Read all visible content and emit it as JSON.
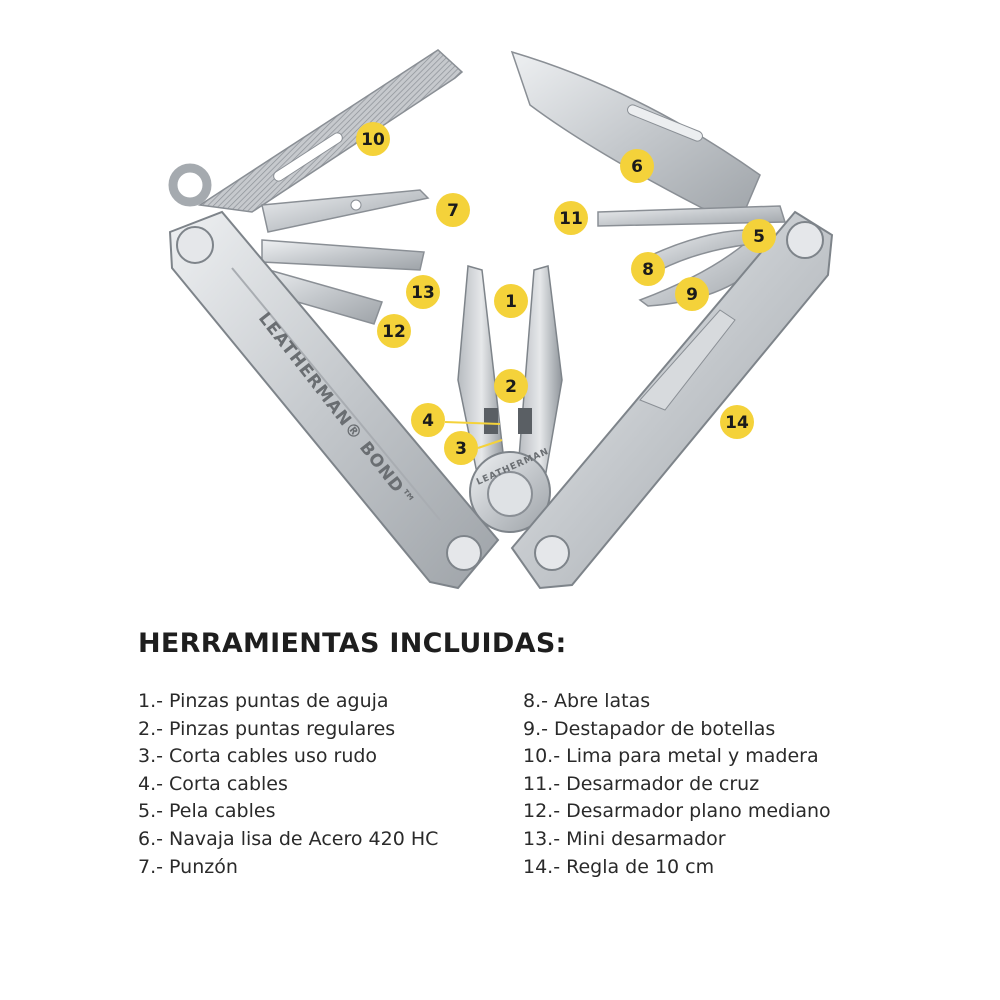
{
  "product": {
    "brand_on_handle": "LEATHERMAN® BOND™",
    "brand_on_pivot": "LEATHERMAN"
  },
  "callouts": [
    "1",
    "2",
    "3",
    "4",
    "5",
    "6",
    "7",
    "8",
    "9",
    "10",
    "11",
    "12",
    "13",
    "14"
  ],
  "colors": {
    "badge": "#f4d23a",
    "steel": "#c9ccd0",
    "text": "#1e1e1e"
  },
  "list": {
    "heading": "HERRAMIENTAS INCLUIDAS:",
    "left": [
      "1.- Pinzas puntas de aguja",
      "2.- Pinzas puntas regulares",
      "3.- Corta cables uso rudo",
      "4.- Corta cables",
      "5.- Pela cables",
      "6.- Navaja lisa de Acero 420 HC",
      "7.- Punzón"
    ],
    "right": [
      "8.- Abre latas",
      "9.- Destapador de botellas",
      "10.- Lima para metal y madera",
      "11.- Desarmador de cruz",
      "12.- Desarmador plano mediano",
      "13.- Mini desarmador",
      "14.- Regla de 10 cm"
    ]
  }
}
